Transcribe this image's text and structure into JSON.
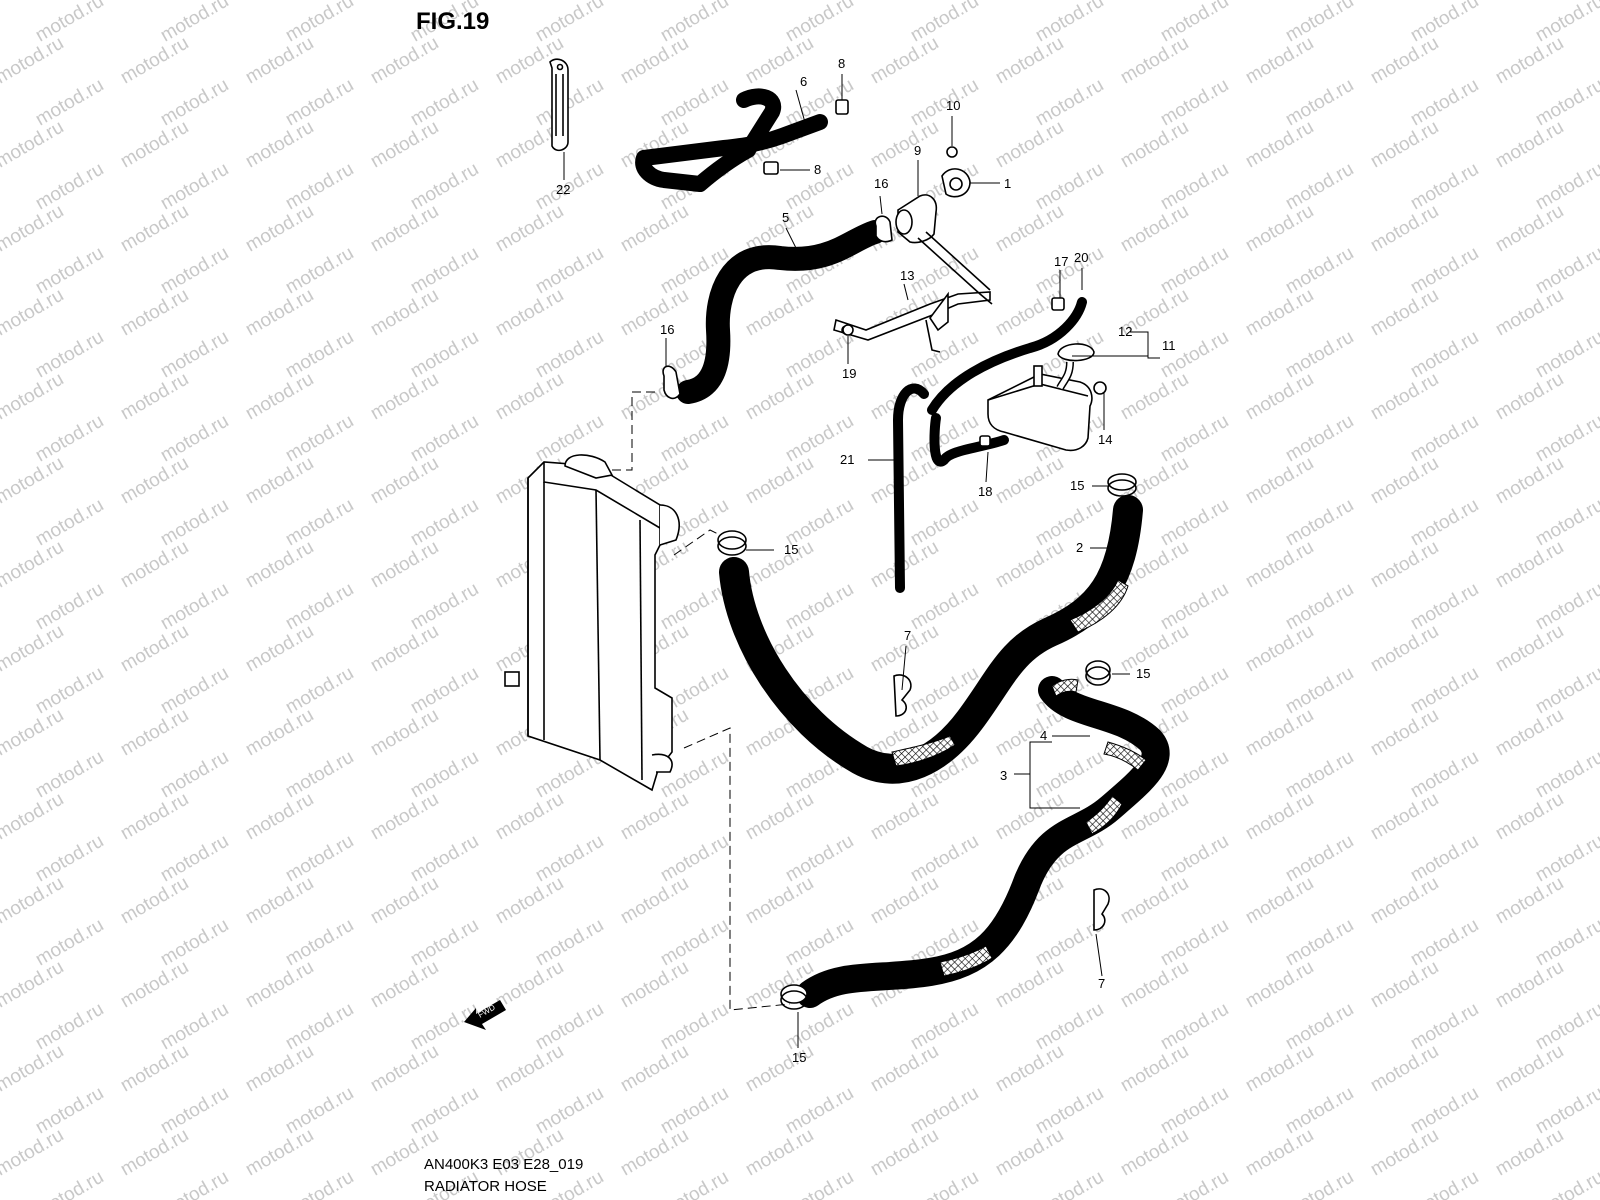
{
  "figure": {
    "title": "FIG.19",
    "code": "AN400K3 E03 E28_019",
    "name": "RADIATOR HOSE",
    "watermark": "motod.ru",
    "fwd_label": "FWD"
  },
  "callouts": [
    "1",
    "2",
    "3",
    "4",
    "5",
    "6",
    "7",
    "7",
    "8",
    "8",
    "9",
    "10",
    "11",
    "12",
    "13",
    "14",
    "15",
    "15",
    "15",
    "15",
    "16",
    "16",
    "17",
    "18",
    "19",
    "20",
    "21",
    "22"
  ]
}
